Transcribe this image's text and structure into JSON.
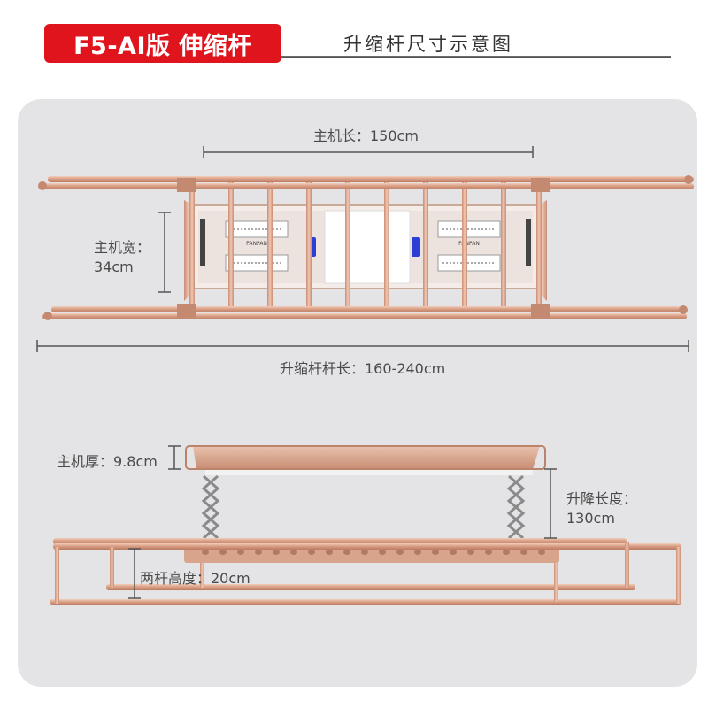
{
  "header": {
    "badge": "F5-AI版 伸缩杆",
    "title": "升缩杆尺寸示意图"
  },
  "top_view": {
    "host_length": "主机长：150cm",
    "host_width_line1": "主机宽：",
    "host_width_line2": "34cm",
    "pole_length": "升缩杆杆长：160-240cm",
    "panel_brand": "PANPAN"
  },
  "side_view": {
    "host_thickness": "主机厚：9.8cm",
    "lift_length_line1": "升降长度：",
    "lift_length_line2": "130cm",
    "pole_gap": "两杆高度：20cm"
  },
  "colors": {
    "brand_red": "#e0141c",
    "rose_gold": "#d9a48c",
    "panel_bg": "#e4e4e6"
  }
}
